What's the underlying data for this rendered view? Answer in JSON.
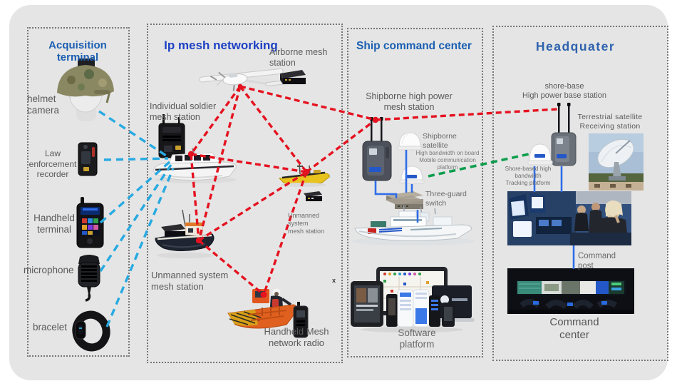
{
  "colors": {
    "background": "#ffffff",
    "canvas": "#e5e5e5",
    "panel_border": "#767676",
    "title_blue": "#1b5fb2",
    "mesh_title_blue": "#1d41c4",
    "label_gray": "#5a5a5a",
    "red_link": "#e51220",
    "cyan_link": "#27aae1",
    "green_link": "#0d9e4e",
    "wire_blue": "#2f6de8"
  },
  "panels": [
    {
      "title": "Acquisition terminal",
      "items": [
        {
          "label": "helmet camera",
          "lines": [
            "helmet",
            "camera"
          ]
        },
        {
          "label": "Law enforcement recorder",
          "lines": [
            "Law enforcement",
            "recorder"
          ]
        },
        {
          "label": "Handheld terminal",
          "lines": [
            "Handheld",
            "terminal"
          ]
        },
        {
          "label": "microphone"
        },
        {
          "label": "bracelet"
        }
      ]
    },
    {
      "title": "Ip mesh networking",
      "marker": "x",
      "items": [
        {
          "label": "Airborne mesh station",
          "lines": [
            "Airborne mesh",
            "station"
          ]
        },
        {
          "label": "Individual soldier mesh station",
          "lines": [
            "Individual soldier",
            "mesh station"
          ]
        },
        {
          "label": "Unmanned system mesh station",
          "lines": [
            "Unmanned system",
            "mesh station"
          ]
        },
        {
          "label": "Unmanned system mesh station",
          "lines": [
            "Unmanned system",
            "mesh station"
          ]
        },
        {
          "label": "Handheld Mesh network radio",
          "lines": [
            "Handheld Mesh",
            "network radio"
          ]
        }
      ]
    },
    {
      "title": "Ship command center",
      "items": [
        {
          "label": "Shipborne high power mesh station",
          "lines": [
            "Shipborne high power",
            "mesh station"
          ]
        },
        {
          "label": "Shipborne satellite"
        },
        {
          "label": "High bandwidth on board Mobile communication platform",
          "lines": [
            "High bandwidth on board",
            "Mobile communication platform"
          ]
        },
        {
          "label": "Three-guard switch"
        },
        {
          "label": "Software platform"
        }
      ]
    },
    {
      "title": "Headquater",
      "items": [
        {
          "label": "shore-base High power base station",
          "lines": [
            "shore-base",
            "High power base station"
          ]
        },
        {
          "label": "Terrestrial satellite Receiving station",
          "lines": [
            "Terrestrial satellite",
            "Receiving station"
          ]
        },
        {
          "label": "Shore-based high bandwidth Tracking platform",
          "lines": [
            "Shore-based high bandwidth",
            "Tracking platform"
          ]
        },
        {
          "label": "Command post"
        },
        {
          "label": "Command center"
        }
      ]
    }
  ]
}
